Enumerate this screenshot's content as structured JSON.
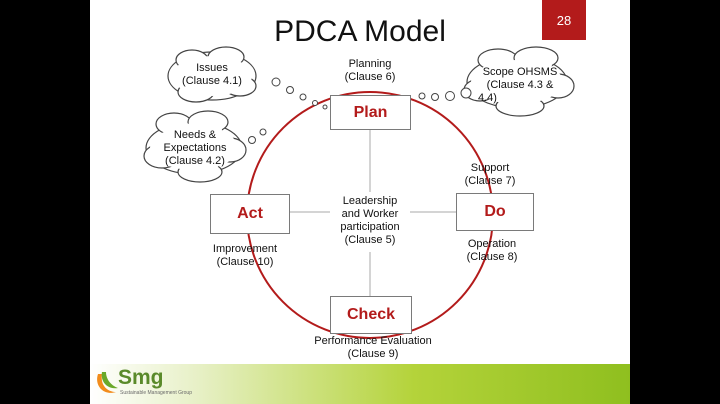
{
  "slide": {
    "page_number": "28",
    "title": "PDCA Model"
  },
  "boxes": {
    "plan": "Plan",
    "do": "Do",
    "check": "Check",
    "act": "Act"
  },
  "labels": {
    "planning": [
      "Planning",
      "(Clause 6)"
    ],
    "support": [
      "Support",
      "(Clause 7)"
    ],
    "operation": [
      "Operation",
      "(Clause 8)"
    ],
    "performance": [
      "Performance Evaluation",
      "(Clause 9)"
    ],
    "improvement": [
      "Improvement",
      "(Clause 10)"
    ],
    "center": [
      "Leadership",
      "and Worker",
      "participation",
      "(Clause 5)"
    ]
  },
  "clouds": {
    "issues": [
      "Issues",
      "(Clause 4.1)"
    ],
    "needs": [
      "Needs &",
      "Expectations",
      "(Clause 4.2)"
    ],
    "scope": [
      "Scope OHSMS",
      "(Clause 4.3 &",
      "4.4)"
    ]
  },
  "logo": {
    "name": "Smg",
    "tagline": "Sustainable Management Group"
  },
  "colors": {
    "accent": "#b31b1b",
    "footer_green": "#8fbf1f"
  }
}
